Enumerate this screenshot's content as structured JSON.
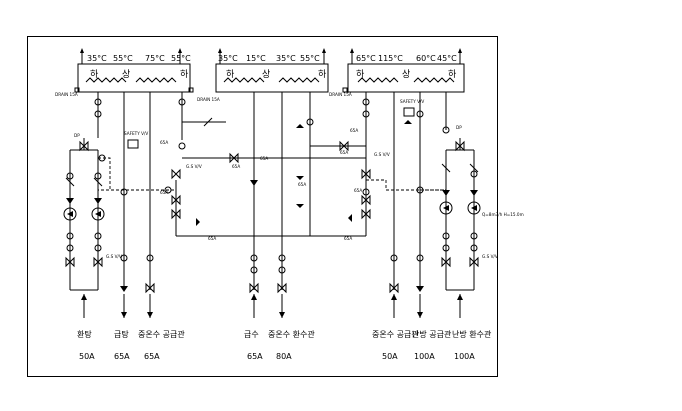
{
  "tanks": [
    {
      "id": "left",
      "temps": [
        "35°C",
        "55°C",
        "75°C",
        "55°C"
      ],
      "label_left": "하",
      "label_mid": "상",
      "label_right": "하",
      "drain_left": "DRAIN 15A",
      "drain_right": "DRAIN 15A"
    },
    {
      "id": "middle",
      "temps": [
        "35°C",
        "15°C",
        "35°C",
        "55°C"
      ],
      "label_left": "하",
      "label_mid": "상",
      "label_right": "하"
    },
    {
      "id": "right",
      "temps": [
        "65°C",
        "115°C",
        "60°C",
        "45°C"
      ],
      "label_left": "하",
      "label_mid": "상",
      "label_right": "하",
      "drain_left": "DRAIN 15A"
    }
  ],
  "annotations": {
    "dp_left": "DP",
    "dp_right": "DP",
    "safety_left": "SAFETY V/V",
    "safety_right": "SAFETY V/V",
    "gs_left_top": "G.S V/V",
    "gs_left_bottom": "G.S V/V",
    "gs_right_top": "G.S V/V",
    "gs_right_bottom": "G.S V/V",
    "pump_spec": "Q=8m3/h H=15.0m",
    "pipe_65a": "65A",
    "pipe_15a": "15A",
    "pipe_50a": "50A"
  },
  "bottom_labels": [
    {
      "name": "환탕",
      "size": "50A"
    },
    {
      "name": "급탕",
      "size": "65A"
    },
    {
      "name": "중온수 공급관",
      "size": "65A"
    },
    {
      "name": "급수",
      "size": "65A"
    },
    {
      "name": "중온수 환수관",
      "size": "80A"
    },
    {
      "name": "중온수 공급관",
      "size": "50A"
    },
    {
      "name": "난방 공급관",
      "size": "100A"
    },
    {
      "name": "난방 환수관",
      "size": "100A"
    }
  ]
}
